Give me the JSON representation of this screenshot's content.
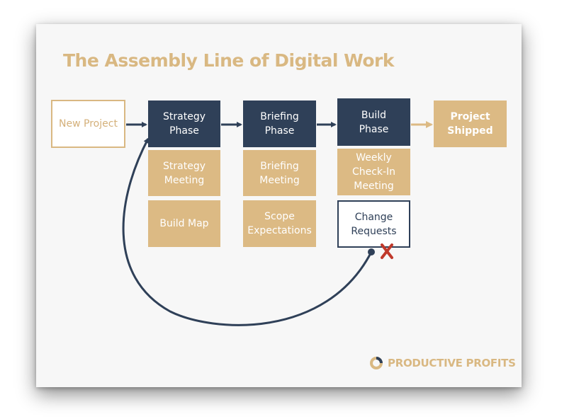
{
  "title": "The Assembly Line of Digital Work",
  "nodes": {
    "new_project": "New Project",
    "strategy_phase": "Strategy\nPhase",
    "briefing_phase": "Briefing\nPhase",
    "build_phase": "Build\nPhase",
    "project_shipped": "Project\nShipped",
    "strategy_meeting": "Strategy\nMeeting",
    "build_map": "Build Map",
    "briefing_meeting": "Briefing\nMeeting",
    "scope_expectations": "Scope\nExpectations",
    "weekly_checkin": "Weekly\nCheck-In\nMeeting",
    "change_requests": "Change\nRequests"
  },
  "logo": {
    "text": "PRODUCTIVE PROFITS",
    "icon": "ring-logo-icon"
  },
  "colors": {
    "navy": "#2f4058",
    "tan": "#dcba84",
    "red": "#c0392b",
    "background": "#f7f7f7"
  }
}
